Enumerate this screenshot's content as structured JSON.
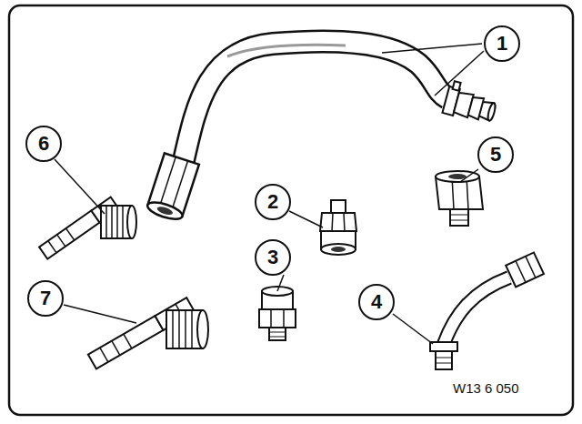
{
  "diagram": {
    "nodes": [
      {
        "text": [
          "1"
        ]
      },
      {
        "text": [
          "6"
        ]
      },
      {
        "text": [
          "5"
        ]
      },
      {
        "text": [
          "2"
        ]
      },
      {
        "text": [
          "3"
        ]
      },
      {
        "text": [
          "7"
        ]
      },
      {
        "text": [
          "4"
        ]
      }
    ],
    "labels": [
      "W13 6 050"
    ]
  }
}
